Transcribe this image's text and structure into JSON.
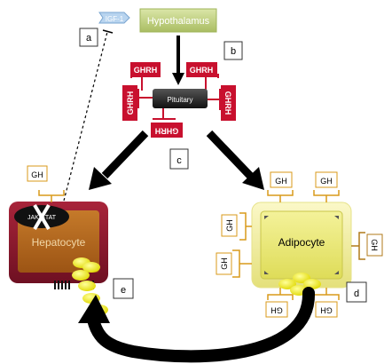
{
  "nodes": {
    "igf1": "IGF-1",
    "hypothalamus": "Hypothalamus",
    "pituitary": "Pituitary",
    "hepatocyte": "Hepatocyte",
    "adipocyte": "Adipocyte",
    "jak_stat": "JAK-STAT",
    "ghrh": "GHRH",
    "gh": "GH"
  },
  "callouts": {
    "a": "a",
    "b": "b",
    "c": "c",
    "d": "d",
    "e": "e"
  },
  "colors": {
    "igf1_fill": "#b8d4ef",
    "hypothalamus_fill": "#c4d48a",
    "pituitary_fill": "#2a2a2a",
    "ghrh_red": "#c8102e",
    "hepatocyte_outer": "#8b1a2e",
    "hepatocyte_inner": "#b86a1e",
    "hepatocyte_text": "#f2d8a8",
    "adipocyte_outer": "#f2f0a0",
    "adipocyte_inner": "#e8e860",
    "receptor_gold": "#d99a1a",
    "gh_ball": "#f0f020",
    "arrow_black": "#000000"
  }
}
